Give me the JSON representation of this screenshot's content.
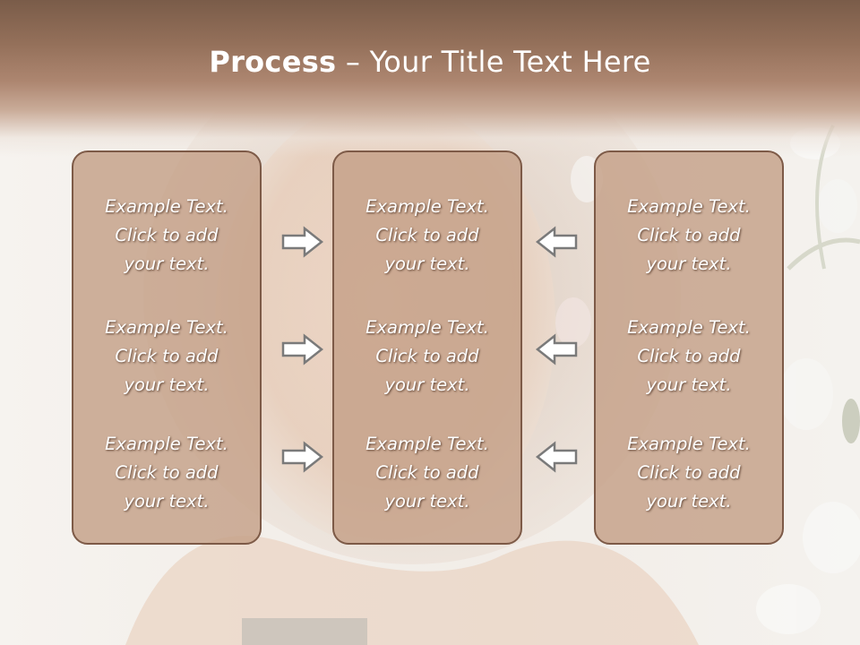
{
  "slide": {
    "title_bold": "Process",
    "title_rest": " – Your Title Text Here"
  },
  "columns": [
    {
      "items": [
        {
          "line1": "Example Text.",
          "line2": "Click  to add",
          "line3": "your text."
        },
        {
          "line1": "Example Text.",
          "line2": "Click  to add",
          "line3": "your text."
        },
        {
          "line1": "Example Text.",
          "line2": "Click  to add",
          "line3": "your text."
        }
      ]
    },
    {
      "items": [
        {
          "line1": "Example Text.",
          "line2": "Click  to add",
          "line3": "your text."
        },
        {
          "line1": "Example Text.",
          "line2": "Click  to add",
          "line3": "your text."
        },
        {
          "line1": "Example Text.",
          "line2": "Click  to add",
          "line3": "your text."
        }
      ]
    },
    {
      "items": [
        {
          "line1": "Example Text.",
          "line2": "Click  to add",
          "line3": "your text."
        },
        {
          "line1": "Example Text.",
          "line2": "Click  to add",
          "line3": "your text."
        },
        {
          "line1": "Example Text.",
          "line2": "Click  to add",
          "line3": "your text."
        }
      ]
    }
  ],
  "arrows": {
    "left_group": "arrow-right-icon",
    "right_group": "arrow-left-icon"
  },
  "colors": {
    "header": "#94705a",
    "box_fill": "#c4a088",
    "box_border": "#7d5a47",
    "text": "#ffffff"
  }
}
